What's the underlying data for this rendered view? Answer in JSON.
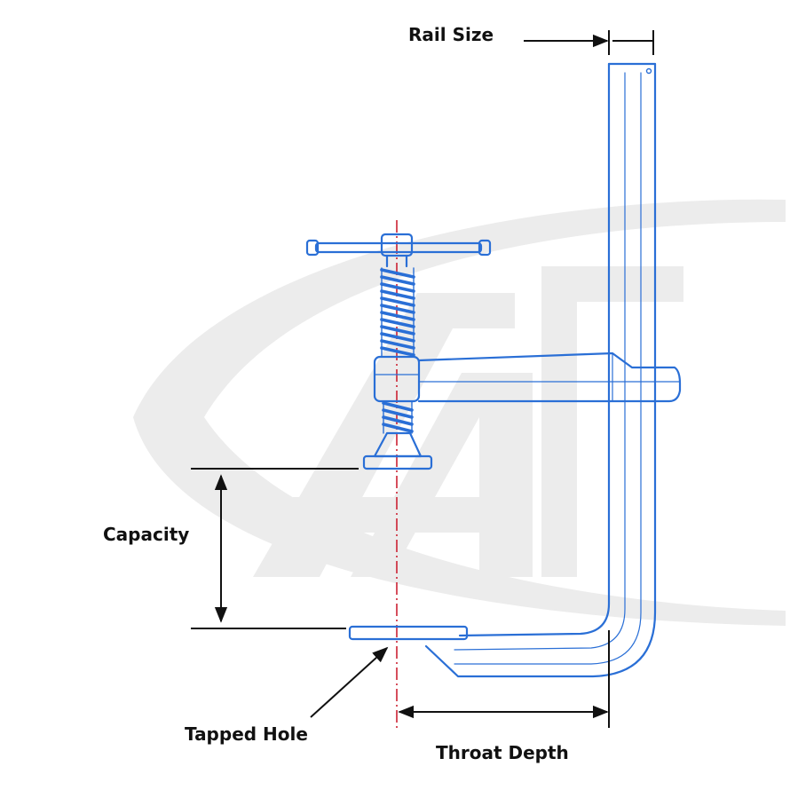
{
  "labels": {
    "rail_size": "Rail Size",
    "capacity": "Capacity",
    "tapped_hole": "Tapped Hole",
    "throat_depth": "Throat Depth"
  },
  "colors": {
    "clamp_outline": "#2a6fd6",
    "centerline": "#cc2233",
    "dimension": "#111111",
    "watermark": "#ebebeb"
  },
  "icons": {
    "watermark": "arc-watermark-logo",
    "clamp": "bar-clamp-drawing"
  }
}
